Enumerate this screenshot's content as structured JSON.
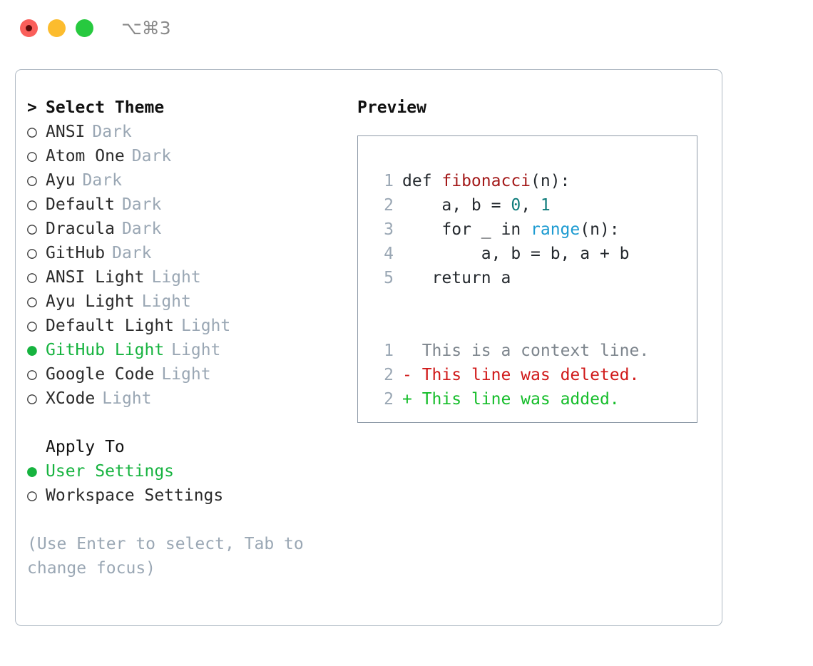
{
  "titlebar": {
    "shortcut": "⌥⌘3",
    "lights": [
      {
        "name": "close",
        "color": "#fa5f5a"
      },
      {
        "name": "minimize",
        "color": "#fcbc2e"
      },
      {
        "name": "maximize",
        "color": "#27c93f"
      }
    ]
  },
  "theme_picker": {
    "heading": "Select Theme",
    "caret": ">",
    "marker_selected": "●",
    "marker_unselected": "○",
    "selected_color": "#16b33f",
    "items": [
      {
        "label": "ANSI",
        "variant": "Dark",
        "selected": false
      },
      {
        "label": "Atom One",
        "variant": "Dark",
        "selected": false
      },
      {
        "label": "Ayu",
        "variant": "Dark",
        "selected": false
      },
      {
        "label": "Default",
        "variant": "Dark",
        "selected": false
      },
      {
        "label": "Dracula",
        "variant": "Dark",
        "selected": false
      },
      {
        "label": "GitHub",
        "variant": "Dark",
        "selected": false
      },
      {
        "label": "ANSI Light",
        "variant": "Light",
        "selected": false
      },
      {
        "label": "Ayu Light",
        "variant": "Light",
        "selected": false
      },
      {
        "label": "Default Light",
        "variant": "Light",
        "selected": false
      },
      {
        "label": "GitHub Light",
        "variant": "Light",
        "selected": true
      },
      {
        "label": "Google Code",
        "variant": "Light",
        "selected": false
      },
      {
        "label": "XCode",
        "variant": "Light",
        "selected": false
      }
    ]
  },
  "apply_to": {
    "heading": "Apply To",
    "items": [
      {
        "label": "User Settings",
        "selected": true
      },
      {
        "label": "Workspace Settings",
        "selected": false
      }
    ]
  },
  "hint": "(Use Enter to select, Tab to change focus)",
  "preview": {
    "title": "Preview",
    "code_lines": [
      {
        "no": "1",
        "parts": [
          {
            "t": "def ",
            "c": "plain"
          },
          {
            "t": "fibonacci",
            "c": "fn"
          },
          {
            "t": "(n):",
            "c": "plain"
          }
        ]
      },
      {
        "no": "2",
        "parts": [
          {
            "t": "    a, b = ",
            "c": "plain"
          },
          {
            "t": "0",
            "c": "num"
          },
          {
            "t": ", ",
            "c": "plain"
          },
          {
            "t": "1",
            "c": "num"
          }
        ]
      },
      {
        "no": "3",
        "parts": [
          {
            "t": "    for _ in ",
            "c": "plain"
          },
          {
            "t": "range",
            "c": "call"
          },
          {
            "t": "(n):",
            "c": "plain"
          }
        ]
      },
      {
        "no": "4",
        "parts": [
          {
            "t": "        a, b = b, a + b",
            "c": "plain"
          }
        ]
      },
      {
        "no": "5",
        "parts": [
          {
            "t": "   return a",
            "c": "plain"
          }
        ]
      }
    ],
    "diff_lines": [
      {
        "no": "1",
        "sign": " ",
        "text": " This is a context line.",
        "kind": "context"
      },
      {
        "no": "2",
        "sign": "-",
        "text": " This line was deleted.",
        "kind": "del"
      },
      {
        "no": "2",
        "sign": "+",
        "text": " This line was added.",
        "kind": "add"
      }
    ]
  },
  "colors": {
    "panel_border": "#b0bac4",
    "preview_border": "#8e9aa8",
    "muted": "#9aa7b4",
    "fn": "#a31919",
    "num": "#0e7c7b",
    "call": "#1d9bd1",
    "diff_del": "#d01919",
    "diff_add": "#15bd2a"
  }
}
